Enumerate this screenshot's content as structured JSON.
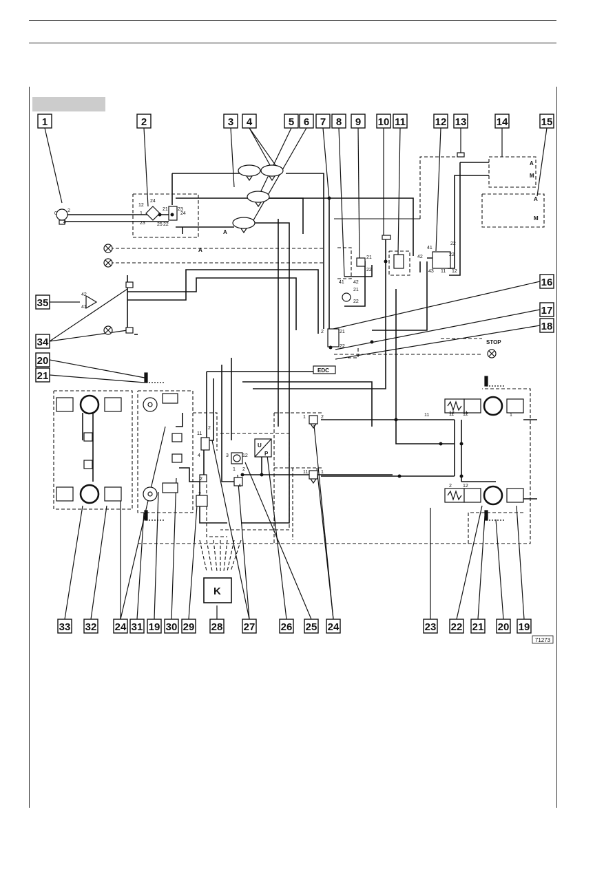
{
  "callouts_top": [
    "1",
    "2",
    "3",
    "4",
    "5",
    "6",
    "7",
    "8",
    "9",
    "10",
    "11",
    "12",
    "13",
    "14",
    "15"
  ],
  "callouts_right": [
    "16",
    "17",
    "18"
  ],
  "callouts_left": [
    "35",
    "34",
    "20",
    "21"
  ],
  "callouts_bottom": [
    "33",
    "32",
    "24",
    "31",
    "19",
    "30",
    "29",
    "28",
    "27",
    "26",
    "25",
    "24",
    "23",
    "22",
    "21",
    "20",
    "19"
  ],
  "labels": {
    "A1": "A",
    "A2": "A",
    "M1": "M",
    "A3": "A",
    "M2": "M",
    "stop": "STOP",
    "edc": "EDC",
    "u": "U",
    "p": "P",
    "k": "K"
  },
  "port_labels": [
    "12",
    "24",
    "21",
    "23",
    "1",
    "23",
    "25",
    "22",
    "24",
    "0",
    "2",
    "4",
    "21",
    "22",
    "41",
    "42",
    "21",
    "22",
    "41",
    "42",
    "43",
    "22",
    "11",
    "12",
    "2",
    "21",
    "22",
    "11",
    "1",
    "22",
    "42",
    "41",
    "12",
    "11",
    "1",
    "2",
    "1",
    "2",
    "4",
    "3",
    "12",
    "11",
    "1",
    "2",
    "12",
    "11",
    "12",
    "11",
    "2",
    "4",
    "2",
    "2"
  ],
  "figure_ref": "71273",
  "colors": {
    "line": "#111111",
    "tag": "#cccccc"
  }
}
